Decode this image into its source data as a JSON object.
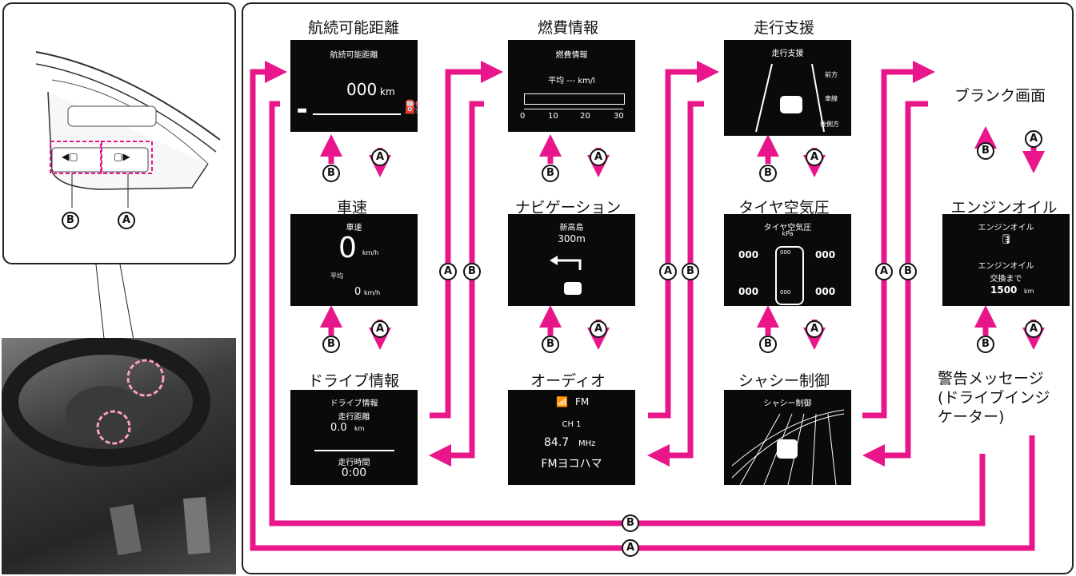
{
  "labels": {
    "a": "A",
    "b": "B"
  },
  "left_panel": {
    "button_left_glyph": "◀▢",
    "button_right_glyph": "▢▶"
  },
  "screens": {
    "range": {
      "title": "航続可能距離",
      "screen_title": "航続可能距離",
      "value": "000",
      "unit": "km"
    },
    "speed": {
      "title": "車速",
      "screen_title": "車速",
      "value": "0",
      "unit": "km/h",
      "avg_label": "平均",
      "avg_value": "0",
      "avg_unit": "km/h"
    },
    "drive": {
      "title": "ドライブ情報",
      "screen_title": "ドライブ情報",
      "distance_label": "走行距離",
      "distance_value": "0.0",
      "distance_unit": "km",
      "time_label": "走行時間",
      "time_value": "0:00"
    },
    "fuel": {
      "title": "燃費情報",
      "screen_title": "燃費情報",
      "avg_text": "平均 --- km/l",
      "ticks": [
        "0",
        "10",
        "20",
        "30"
      ]
    },
    "nav": {
      "title": "ナビゲーション",
      "place": "新高島",
      "distance": "300m"
    },
    "audio": {
      "title": "オーディオ",
      "band": "FM",
      "channel": "CH 1",
      "freq": "84.7",
      "freq_unit": "MHz",
      "station": "FMヨコハマ"
    },
    "assist": {
      "title": "走行支援",
      "screen_title": "走行支援",
      "front": "前方",
      "lane": "車線",
      "rear": "後側方"
    },
    "tire": {
      "title": "タイヤ空気圧",
      "screen_title": "タイヤ空気圧",
      "unit": "kPa",
      "fl": "000",
      "fr": "000",
      "rl": "000",
      "rr": "000",
      "wheel": "000"
    },
    "chassis": {
      "title": "シャシー制御",
      "screen_title": "シャシー制御"
    },
    "blank": {
      "title": "ブランク画面"
    },
    "oil": {
      "title": "エンジンオイル",
      "screen_title": "エンジンオイル",
      "label": "エンジンオイル",
      "until": "交換まで",
      "value": "1500",
      "unit": "km"
    },
    "warning": {
      "title_lines": [
        "警告メッセージ",
        "(ドライブインジ",
        "ケーター)"
      ]
    }
  },
  "colors": {
    "arrow": "#e8168a",
    "screen": "#0a0a0a"
  }
}
